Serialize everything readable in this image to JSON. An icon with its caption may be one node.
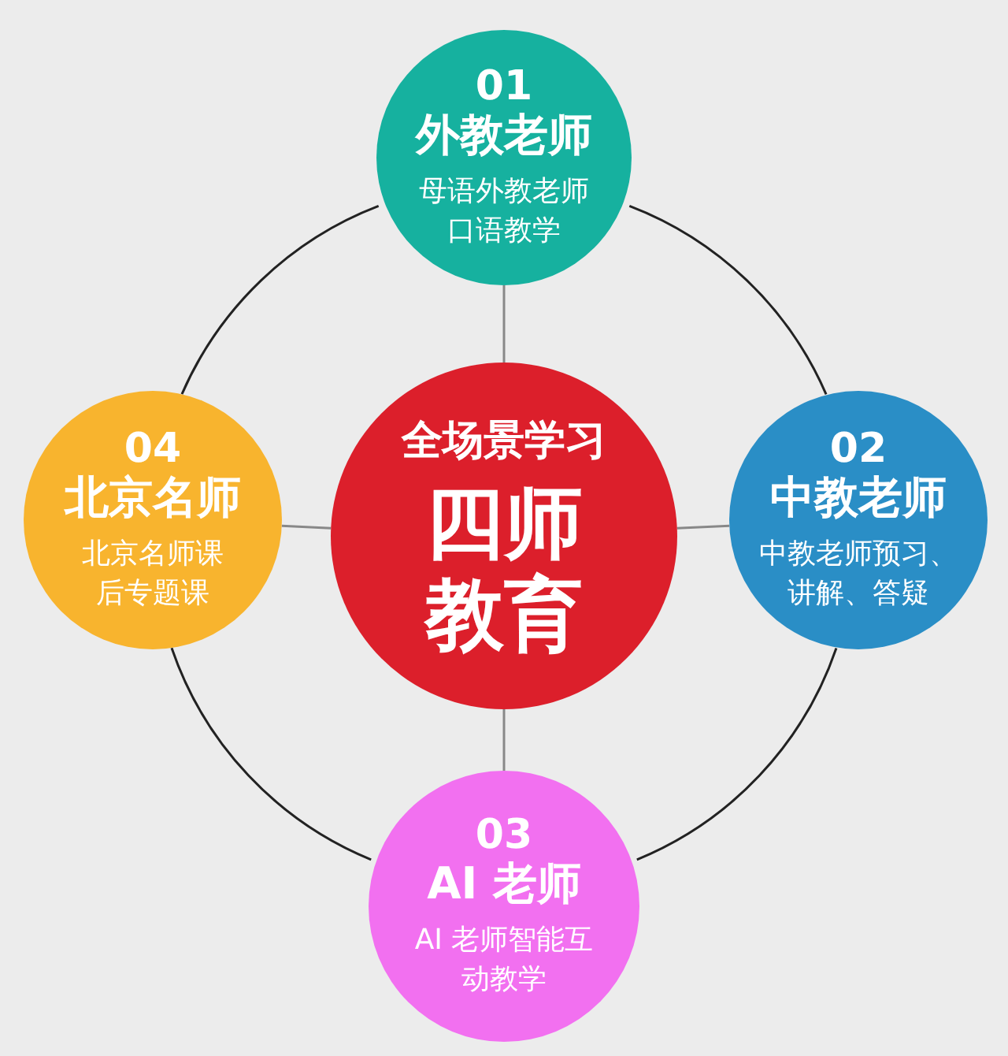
{
  "diagram": {
    "nodes": [
      {
        "text": [
          "全场景学习",
          "四师教育"
        ]
      },
      {
        "text": [
          "01",
          "外教老师",
          "母语外教老师口语教学"
        ]
      },
      {
        "text": [
          "02",
          "中教老师",
          "中教老师预习、讲解、答疑"
        ]
      },
      {
        "text": [
          "03",
          "AI 老师",
          "AI 老师智能互动教学"
        ]
      },
      {
        "text": [
          "04",
          "北京名师",
          "北京名师课后专题课"
        ]
      }
    ],
    "edges": [
      {
        "from": 0,
        "to": 1,
        "arrow": "none"
      },
      {
        "from": 0,
        "to": 2,
        "arrow": "none"
      },
      {
        "from": 0,
        "to": 3,
        "arrow": "none"
      },
      {
        "from": 0,
        "to": 4,
        "arrow": "none"
      },
      {
        "from": 1,
        "to": 2,
        "arrow": "none",
        "color": "#222222"
      },
      {
        "from": 2,
        "to": 3,
        "arrow": "none",
        "color": "#222222"
      },
      {
        "from": 3,
        "to": 4,
        "arrow": "none",
        "color": "#222222"
      },
      {
        "from": 4,
        "to": 1,
        "arrow": "none",
        "color": "#222222"
      }
    ]
  }
}
